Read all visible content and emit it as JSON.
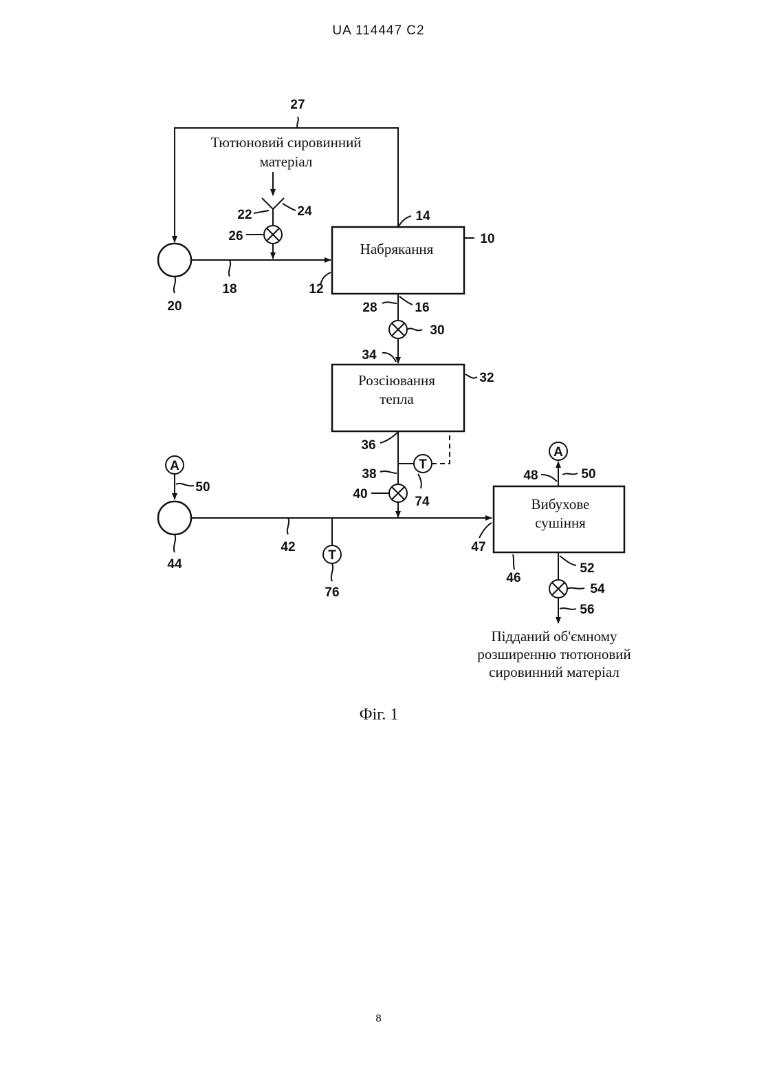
{
  "header": {
    "patent_id": "UA 114447 C2"
  },
  "page": {
    "number": "8"
  },
  "figure": {
    "caption": "Фіг. 1",
    "blocks": {
      "swelling": "Набрякання",
      "heat_dissipation_line1": "Розсіювання",
      "heat_dissipation_line2": "тепла",
      "explosive_drying_line1": "Вибухове",
      "explosive_drying_line2": "сушіння"
    },
    "input_label_line1": "Тютюновий сировинний",
    "input_label_line2": "матеріал",
    "output_label_line1": "Підданий об'ємному",
    "output_label_line2": "розширенню тютюновий",
    "output_label_line3": "сировинний матеріал",
    "sensor_symbols": {
      "temperature": "T",
      "connector": "A"
    },
    "refs": {
      "r10": "10",
      "r12": "12",
      "r14": "14",
      "r16": "16",
      "r18": "18",
      "r20": "20",
      "r22": "22",
      "r24": "24",
      "r26": "26",
      "r27": "27",
      "r28": "28",
      "r30": "30",
      "r32": "32",
      "r34": "34",
      "r36": "36",
      "r38": "38",
      "r40": "40",
      "r42": "42",
      "r44": "44",
      "r46": "46",
      "r47": "47",
      "r48": "48",
      "r50a": "50",
      "r50b": "50",
      "r52": "52",
      "r54": "54",
      "r56": "56",
      "r74": "74",
      "r76": "76"
    }
  }
}
